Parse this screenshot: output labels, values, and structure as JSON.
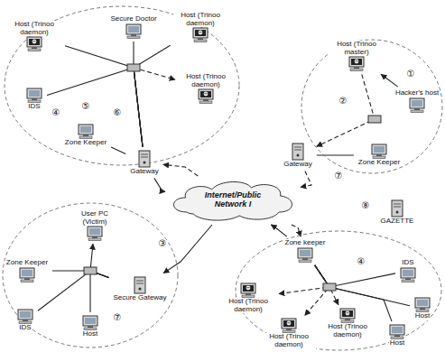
{
  "diagram": {
    "nodes": [
      {
        "text": [
          "Secure Doctor"
        ]
      },
      {
        "text": [
          "Host (Trinoo daemon)"
        ]
      },
      {
        "text": [
          "Host (Trinoo daemon)"
        ]
      },
      {
        "text": [
          "Host (Trinoo daemon)"
        ]
      },
      {
        "text": [
          "IDS"
        ]
      },
      {
        "text": [
          "Zone Keeper"
        ]
      },
      {
        "text": [
          "Gateway"
        ]
      },
      {
        "text": [
          "Host (Trinoo master)"
        ]
      },
      {
        "text": [
          "Hacker's host"
        ]
      },
      {
        "text": [
          "Gateway"
        ]
      },
      {
        "text": [
          "Zone Keeper"
        ]
      },
      {
        "text": [
          "Internet/Public Network I"
        ]
      },
      {
        "text": [
          "GAZETTE"
        ]
      },
      {
        "text": [
          "User PC (Victim)"
        ]
      },
      {
        "text": [
          "Zone Keeper"
        ]
      },
      {
        "text": [
          "Secure Gateway"
        ]
      },
      {
        "text": [
          "IDS"
        ]
      },
      {
        "text": [
          "Host"
        ]
      },
      {
        "text": [
          "Zone keeper"
        ]
      },
      {
        "text": [
          "IDS"
        ]
      },
      {
        "text": [
          "Host"
        ]
      },
      {
        "text": [
          "Host"
        ]
      },
      {
        "text": [
          "Host (Trinoo daemon)"
        ]
      },
      {
        "text": [
          "Host (Trinoo daemon)"
        ]
      },
      {
        "text": [
          "Host (Trinoo daemon)"
        ]
      }
    ],
    "edges": [
      {
        "from": 0,
        "to": 6,
        "arrow": "none"
      },
      {
        "from": 1,
        "to": 6,
        "arrow": "none"
      },
      {
        "from": 2,
        "to": 6,
        "arrow": "none"
      },
      {
        "from": 6,
        "to": 3,
        "arrow": "to"
      },
      {
        "from": 4,
        "to": 6,
        "arrow": "none"
      },
      {
        "from": 5,
        "to": 6,
        "arrow": "none"
      },
      {
        "from": 8,
        "to": 7,
        "arrow": "to"
      },
      {
        "from": 7,
        "to": 9,
        "arrow": "to"
      },
      {
        "from": 10,
        "to": 9,
        "arrow": "none"
      },
      {
        "from": 9,
        "to": 11,
        "arrow": "to"
      },
      {
        "from": 11,
        "to": 6,
        "arrow": "to"
      },
      {
        "from": 11,
        "to": 18,
        "arrow": "to"
      },
      {
        "from": 6,
        "to": 11,
        "arrow": "to"
      },
      {
        "from": 18,
        "to": 11,
        "arrow": "to"
      },
      {
        "from": 11,
        "to": 15,
        "arrow": "to"
      },
      {
        "from": 15,
        "to": 13,
        "arrow": "to"
      },
      {
        "from": 14,
        "to": 15,
        "arrow": "none"
      },
      {
        "from": 16,
        "to": 15,
        "arrow": "none"
      },
      {
        "from": 17,
        "to": 15,
        "arrow": "none"
      },
      {
        "from": 18,
        "to": 19,
        "arrow": "none"
      },
      {
        "from": 18,
        "to": 20,
        "arrow": "none"
      },
      {
        "from": 18,
        "to": 21,
        "arrow": "none"
      },
      {
        "from": 18,
        "to": 22,
        "arrow": "to"
      },
      {
        "from": 18,
        "to": 23,
        "arrow": "to"
      },
      {
        "from": 18,
        "to": 24,
        "arrow": "to"
      }
    ],
    "labels": [
      "④",
      "⑤",
      "⑥",
      "①",
      "②",
      "⑦",
      "⑧",
      "③",
      "⑦",
      "④"
    ]
  }
}
